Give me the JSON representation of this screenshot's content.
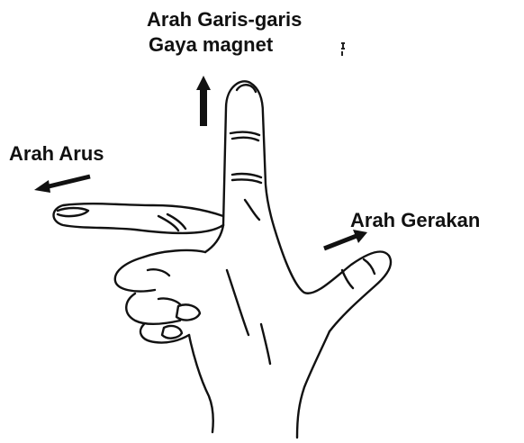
{
  "labels": {
    "field_line1": "Arah Garis-garis",
    "field_line2": "Gaya magnet",
    "current": "Arah Arus",
    "motion": "Arah Gerakan"
  },
  "colors": {
    "ink": "#111111",
    "background": "#ffffff"
  }
}
